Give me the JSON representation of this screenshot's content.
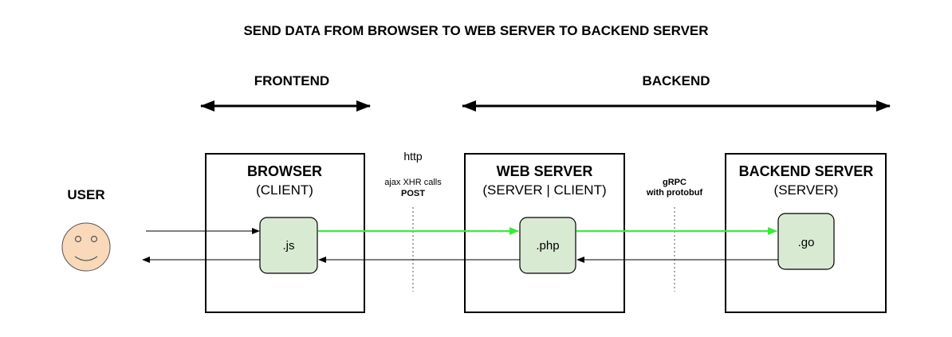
{
  "title": "SEND DATA FROM BROWSER TO WEB SERVER TO BACKEND SERVER",
  "sections": {
    "frontend": "FRONTEND",
    "backend": "BACKEND"
  },
  "user": {
    "label": "USER"
  },
  "boxes": {
    "browser": {
      "title": "BROWSER",
      "subtitle": "(CLIENT)",
      "node": ".js"
    },
    "webserver": {
      "title": "WEB SERVER",
      "subtitle": "(SERVER | CLIENT)",
      "node": ".php"
    },
    "backend": {
      "title": "BACKEND SERVER",
      "subtitle": "(SERVER)",
      "node": ".go"
    }
  },
  "links": {
    "http": {
      "protocol": "http",
      "detail": "ajax XHR calls",
      "method": "POST"
    },
    "grpc": {
      "line1": "gRPC",
      "line2": "with protobuf"
    }
  },
  "colors": {
    "node_fill": "#d9ead3",
    "request_arrow": "#33ee33",
    "box_stroke": "#000000",
    "face_fill": "#f9d9b9"
  }
}
